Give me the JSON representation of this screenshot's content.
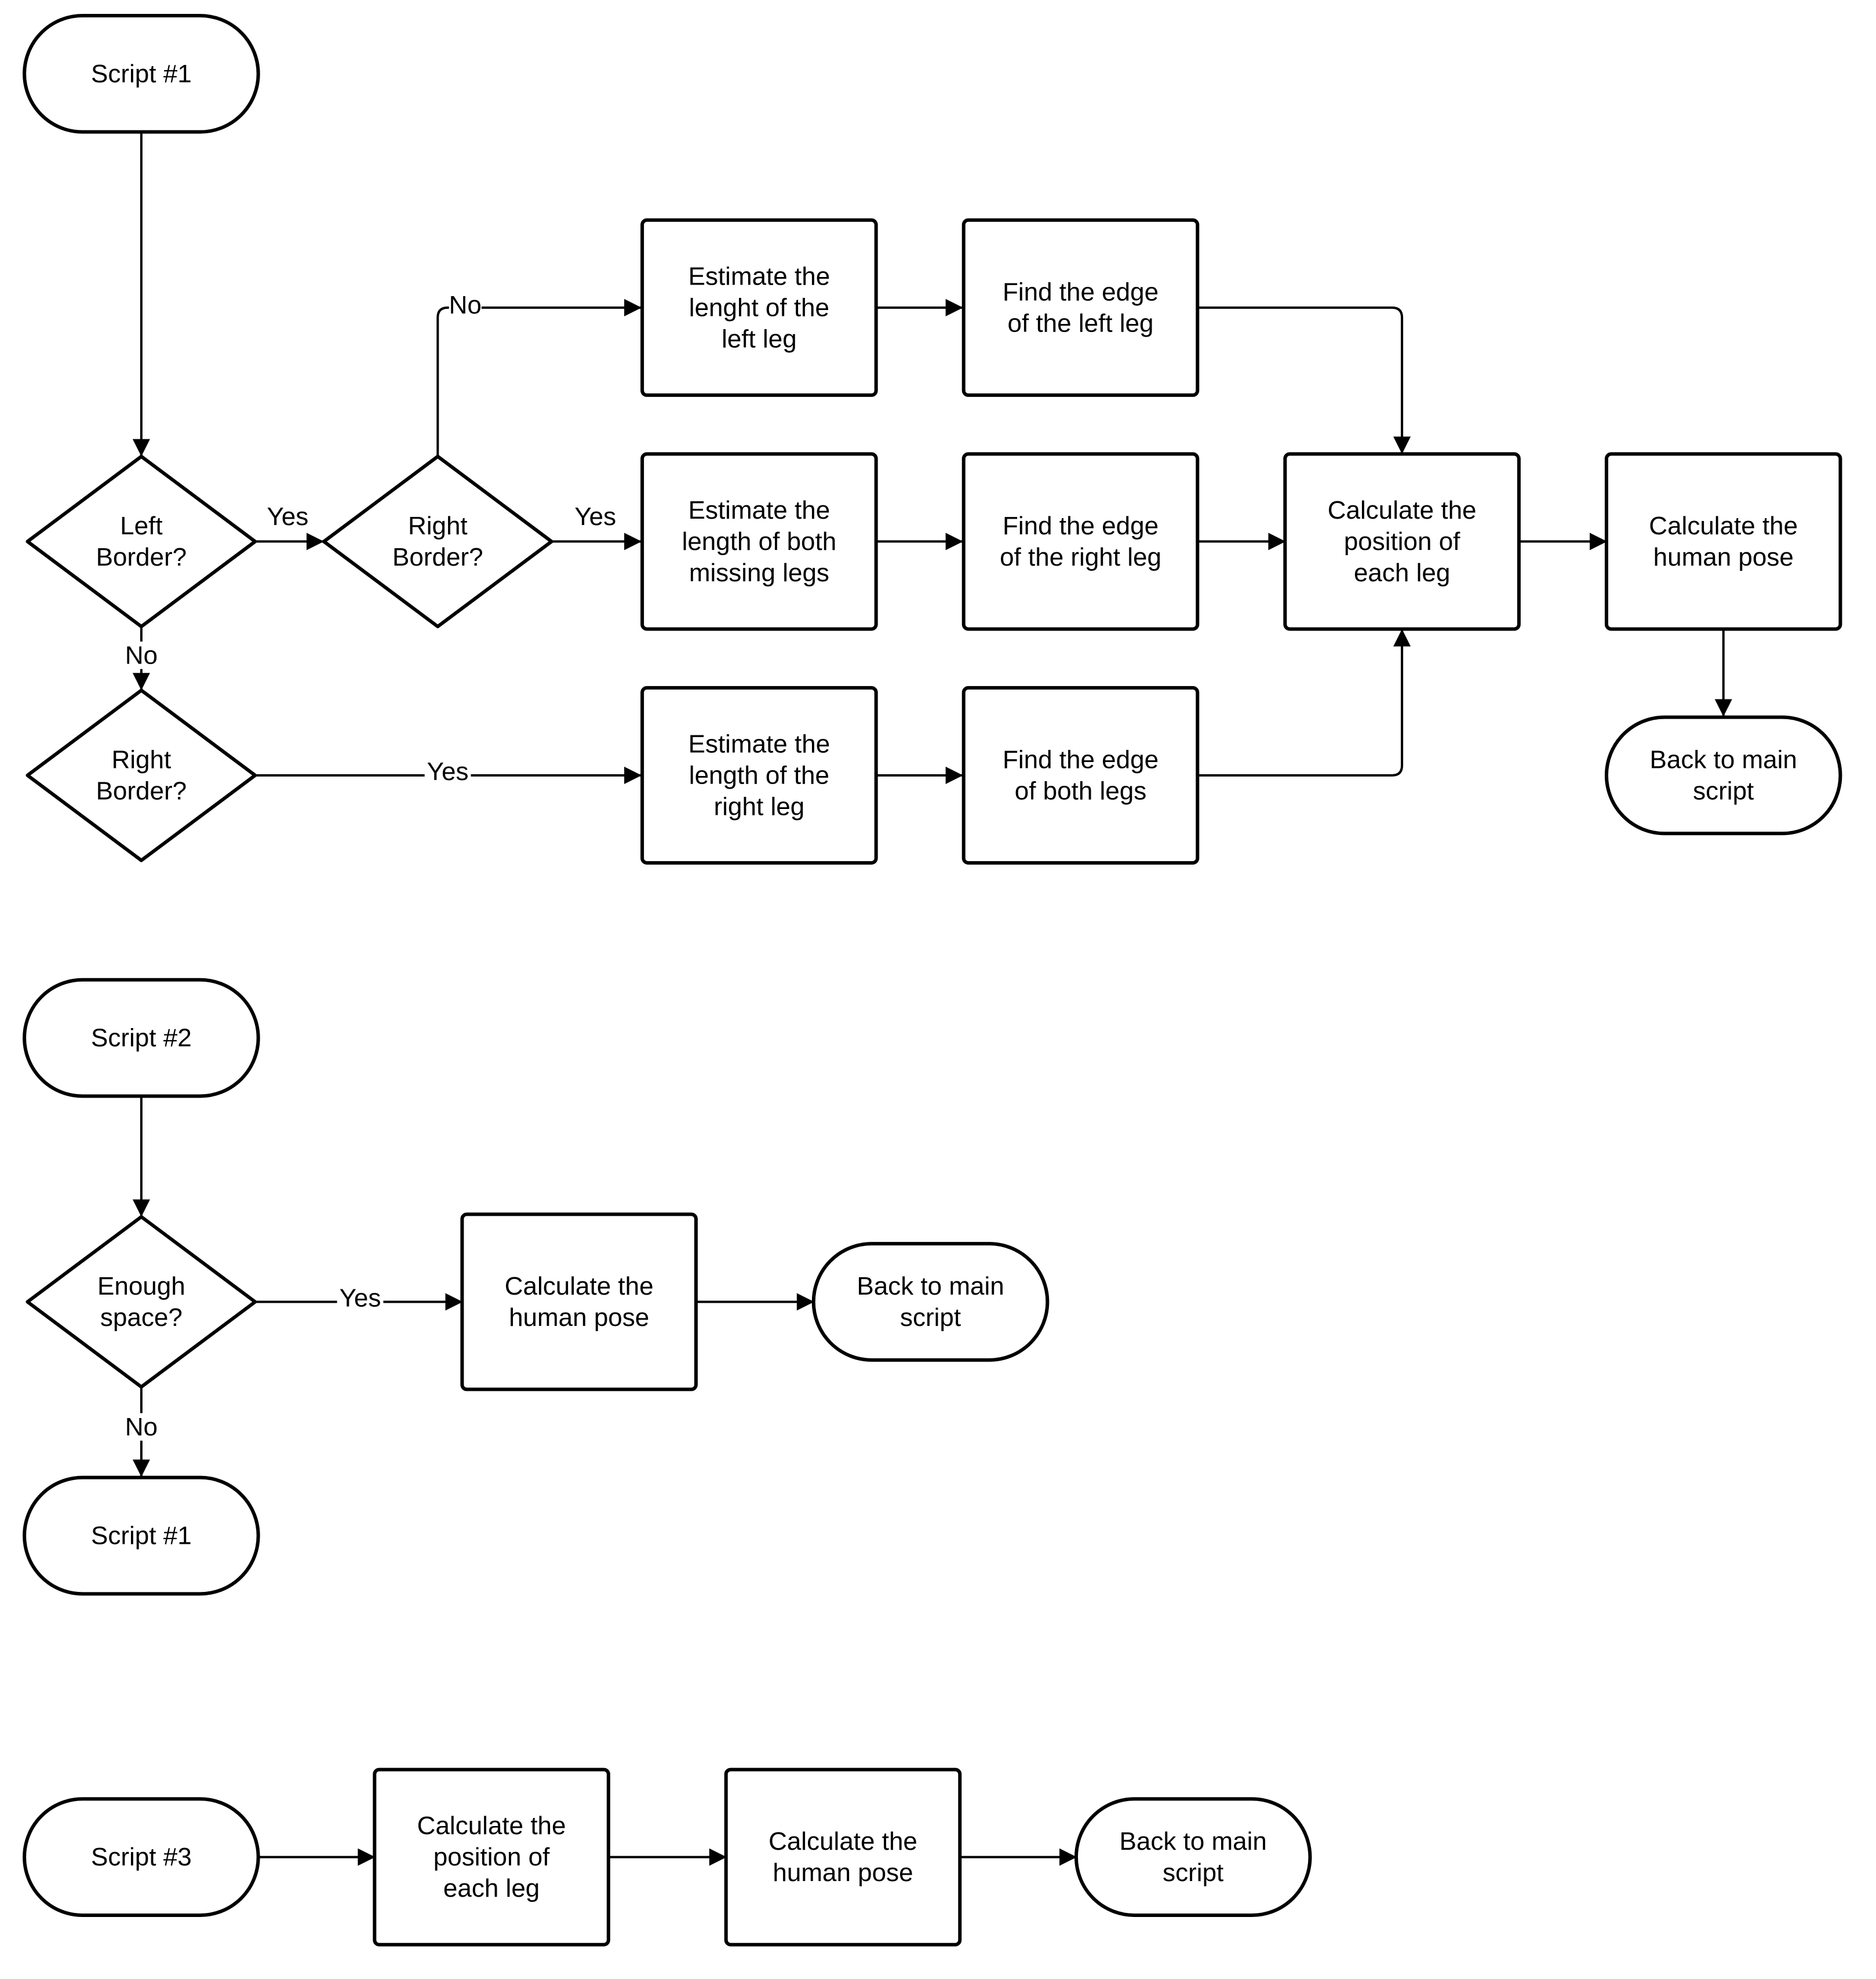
{
  "colors": {
    "stroke": "#000000",
    "fill": "#ffffff",
    "text": "#000000"
  },
  "nodes": {
    "s1_start": {
      "shape": "terminal",
      "lines": [
        "Script #1"
      ]
    },
    "s1_left": {
      "shape": "decision",
      "lines": [
        "Left",
        "Border?"
      ]
    },
    "s1_right_a": {
      "shape": "decision",
      "lines": [
        "Right",
        "Border?"
      ]
    },
    "s1_right_b": {
      "shape": "decision",
      "lines": [
        "Right",
        "Border?"
      ]
    },
    "s1_est_left": {
      "shape": "process",
      "lines": [
        "Estimate the",
        "lenght of the",
        "left leg"
      ]
    },
    "s1_est_both": {
      "shape": "process",
      "lines": [
        "Estimate the",
        "length of both",
        "missing legs"
      ]
    },
    "s1_est_right": {
      "shape": "process",
      "lines": [
        "Estimate the",
        "length of the",
        "right leg"
      ]
    },
    "s1_edge_left": {
      "shape": "process",
      "lines": [
        "Find the edge",
        "of the left leg"
      ]
    },
    "s1_edge_right": {
      "shape": "process",
      "lines": [
        "Find the edge",
        "of the right leg"
      ]
    },
    "s1_edge_both": {
      "shape": "process",
      "lines": [
        "Find the edge",
        "of both legs"
      ]
    },
    "s1_calc_pos": {
      "shape": "process",
      "lines": [
        "Calculate the",
        "position of",
        "each leg"
      ]
    },
    "s1_calc_pose": {
      "shape": "process",
      "lines": [
        "Calculate the",
        "human pose"
      ]
    },
    "s1_back": {
      "shape": "terminal",
      "lines": [
        "Back to main",
        "script"
      ]
    },
    "s2_start": {
      "shape": "terminal",
      "lines": [
        "Script #2"
      ]
    },
    "s2_space": {
      "shape": "decision",
      "lines": [
        "Enough",
        "space?"
      ]
    },
    "s2_calc_pose": {
      "shape": "process",
      "lines": [
        "Calculate the",
        "human pose"
      ]
    },
    "s2_back": {
      "shape": "terminal",
      "lines": [
        "Back to main",
        "script"
      ]
    },
    "s2_script1": {
      "shape": "terminal",
      "lines": [
        "Script #1"
      ]
    },
    "s3_start": {
      "shape": "terminal",
      "lines": [
        "Script #3"
      ]
    },
    "s3_calc_pos": {
      "shape": "process",
      "lines": [
        "Calculate the",
        "position of",
        "each leg"
      ]
    },
    "s3_calc_pose": {
      "shape": "process",
      "lines": [
        "Calculate the",
        "human pose"
      ]
    },
    "s3_back": {
      "shape": "terminal",
      "lines": [
        "Back to main",
        "script"
      ]
    }
  },
  "edges": [
    {
      "from": "s1_start",
      "to": "s1_left",
      "label": ""
    },
    {
      "from": "s1_left",
      "to": "s1_right_a",
      "label": "Yes"
    },
    {
      "from": "s1_left",
      "to": "s1_right_b",
      "label": "No"
    },
    {
      "from": "s1_right_a",
      "to": "s1_est_left",
      "label": "No"
    },
    {
      "from": "s1_right_a",
      "to": "s1_est_both",
      "label": "Yes"
    },
    {
      "from": "s1_right_b",
      "to": "s1_est_right",
      "label": "Yes"
    },
    {
      "from": "s1_est_left",
      "to": "s1_edge_left",
      "label": ""
    },
    {
      "from": "s1_est_both",
      "to": "s1_edge_right",
      "label": ""
    },
    {
      "from": "s1_est_right",
      "to": "s1_edge_both",
      "label": ""
    },
    {
      "from": "s1_edge_left",
      "to": "s1_calc_pos",
      "label": ""
    },
    {
      "from": "s1_edge_right",
      "to": "s1_calc_pos",
      "label": ""
    },
    {
      "from": "s1_edge_both",
      "to": "s1_calc_pos",
      "label": ""
    },
    {
      "from": "s1_calc_pos",
      "to": "s1_calc_pose",
      "label": ""
    },
    {
      "from": "s1_calc_pose",
      "to": "s1_back",
      "label": ""
    },
    {
      "from": "s2_start",
      "to": "s2_space",
      "label": ""
    },
    {
      "from": "s2_space",
      "to": "s2_calc_pose",
      "label": "Yes"
    },
    {
      "from": "s2_space",
      "to": "s2_script1",
      "label": "No"
    },
    {
      "from": "s2_calc_pose",
      "to": "s2_back",
      "label": ""
    },
    {
      "from": "s3_start",
      "to": "s3_calc_pos",
      "label": ""
    },
    {
      "from": "s3_calc_pos",
      "to": "s3_calc_pose",
      "label": ""
    },
    {
      "from": "s3_calc_pose",
      "to": "s3_back",
      "label": ""
    }
  ]
}
